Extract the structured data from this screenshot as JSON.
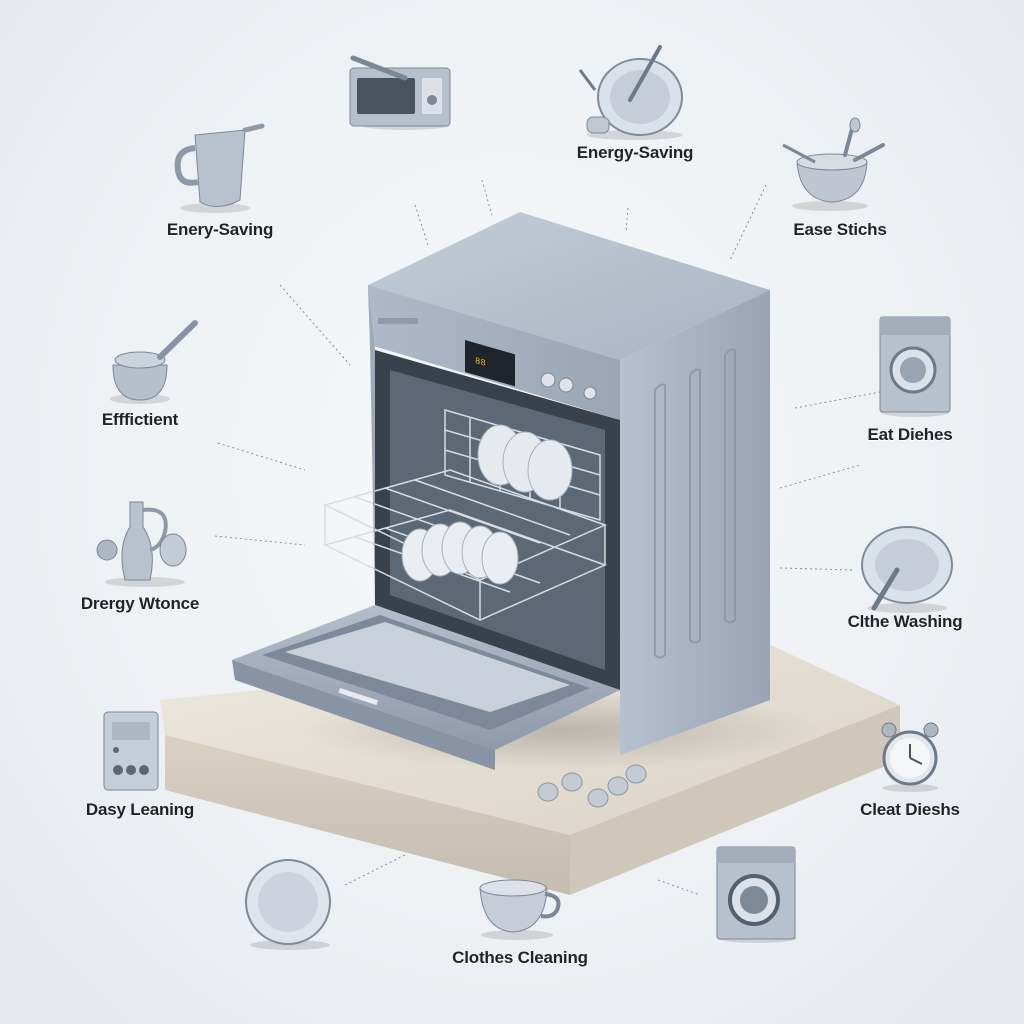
{
  "labels": {
    "top_center": {
      "title": "Energy-Saving",
      "desc": ""
    },
    "top_left": {
      "title": "Enery-Saving",
      "desc": ""
    },
    "top_right": {
      "title": "Ease Stichs",
      "desc": ""
    },
    "mid_left_1": {
      "title": "Efffictient",
      "desc": ""
    },
    "mid_right_1": {
      "title": "Eat Diehes",
      "desc": ""
    },
    "mid_left_2": {
      "title": "Drergy Wtonce",
      "desc": ""
    },
    "mid_right_2": {
      "title": "Clthe Washing",
      "desc": ""
    },
    "low_left": {
      "title": "Dasy Leaning",
      "desc": ""
    },
    "low_right": {
      "title": "Cleat Dieshs",
      "desc": ""
    },
    "bottom_center": {
      "title": "Clothes Cleaning",
      "desc": ""
    }
  },
  "icons": {
    "microwave": "microwave-icon",
    "plate_fork": "plate-fork-icon",
    "pitcher": "pitcher-icon",
    "bowl_utensils": "bowl-utensils-icon",
    "saucepan": "saucepan-icon",
    "washer_right_1": "washing-machine-icon",
    "vase_eggs": "vase-icon",
    "plate_spoon": "plate-spoon-icon",
    "remote": "remote-control-icon",
    "clock": "alarm-clock-icon",
    "plate_bottom": "plate-icon",
    "teacup": "teacup-icon",
    "washer_bottom": "washing-machine-icon"
  },
  "colors": {
    "appliance": "#a9b4c4",
    "appliance_dark": "#7f8b9c",
    "platform": "#e2ddd4",
    "text": "#1f2328",
    "desc": "#6b5a4a"
  }
}
